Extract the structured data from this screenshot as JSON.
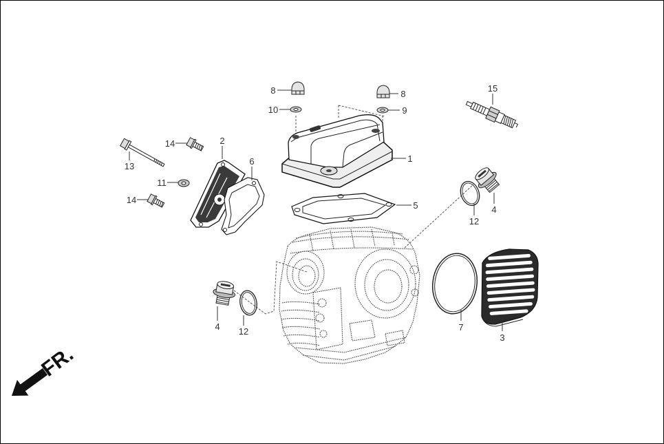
{
  "callouts": [
    "1",
    "2",
    "3",
    "4",
    "4",
    "5",
    "6",
    "7",
    "8",
    "8",
    "9",
    "10",
    "11",
    "12",
    "12",
    "13",
    "14",
    "14",
    "15"
  ],
  "front_label": "FR.",
  "colors": {
    "line": "#222222",
    "background": "#ffffff"
  }
}
